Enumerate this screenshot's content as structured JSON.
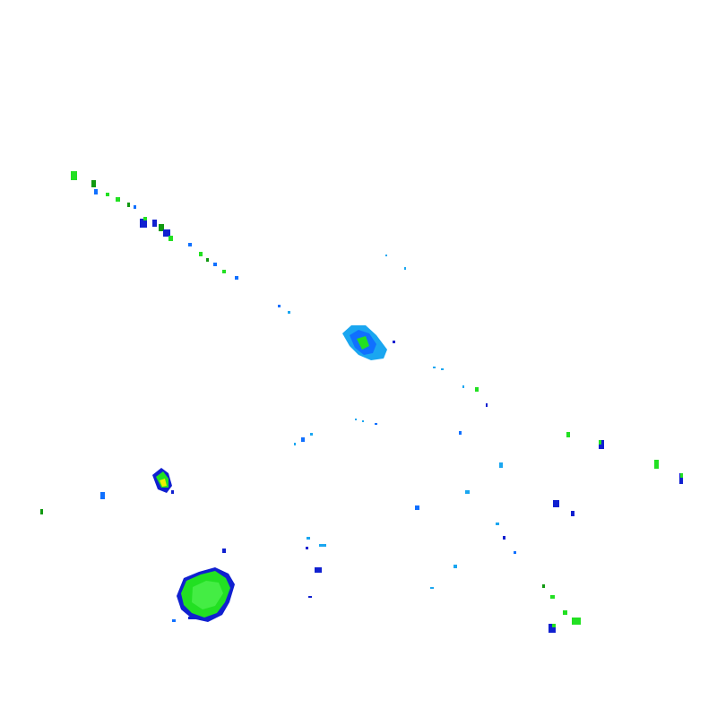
{
  "image_kind": "radar reflectivity overlay (transparent background)",
  "palette": {
    "background": "#ffffff",
    "light_blue": "#1aa6f0",
    "mid_blue": "#1070ff",
    "dark_blue": "#1020d0",
    "green": "#22e022",
    "dark_green": "#119911",
    "yellow": "#f0f000"
  },
  "echoes": [
    {
      "name": "echo-cluster-southwest",
      "color_level": "green",
      "intensity": "moderate"
    },
    {
      "name": "echo-cluster-center",
      "color_level": "blue",
      "intensity": "light"
    },
    {
      "name": "echo-cell-west",
      "color_level": "green-yellow",
      "intensity": "moderate-heavy"
    },
    {
      "name": "echo-line-northwest",
      "color_level": "green-blue",
      "intensity": "light-moderate"
    },
    {
      "name": "echo-line-southeast",
      "color_level": "green-blue",
      "intensity": "light-moderate"
    },
    {
      "name": "echo-scatter-east",
      "color_level": "blue",
      "intensity": "light"
    }
  ]
}
